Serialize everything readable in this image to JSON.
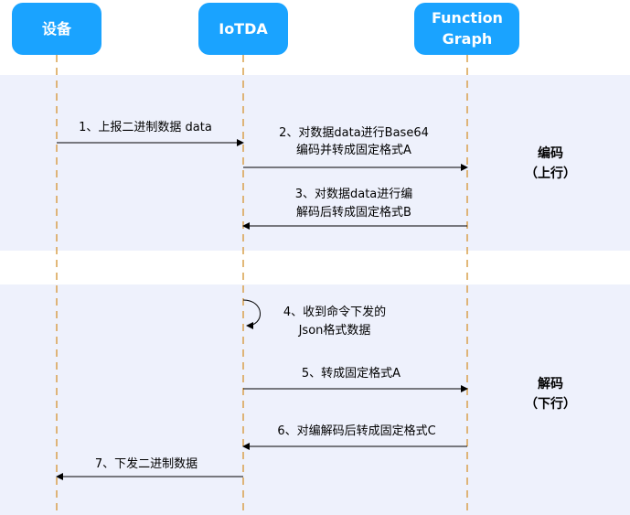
{
  "colors": {
    "actor_fill": "#1aa3ff",
    "band_fill": "#eef1fc",
    "lifeline": "#d9a04c",
    "arrow": "#000000"
  },
  "actors": {
    "device": {
      "label": "设备"
    },
    "iotda": {
      "label": "IoTDA"
    },
    "function_graph": {
      "lines": [
        "Function",
        "Graph"
      ]
    }
  },
  "phases": {
    "encode": {
      "title": "编码",
      "subtitle": "（上行）"
    },
    "decode": {
      "title": "解码",
      "subtitle": "（下行）"
    }
  },
  "messages": {
    "m1": {
      "lines": [
        "1、上报二进制数据 data"
      ],
      "from": "device",
      "to": "iotda"
    },
    "m2": {
      "lines": [
        "2、对数据data进行Base64",
        "编码并转成固定格式A"
      ],
      "from": "iotda",
      "to": "function_graph"
    },
    "m3": {
      "lines": [
        "3、对数据data进行编",
        "解码后转成固定格式B"
      ],
      "from": "function_graph",
      "to": "iotda"
    },
    "m4": {
      "lines": [
        "4、收到命令下发的",
        "Json格式数据"
      ],
      "from": "iotda",
      "to": "iotda"
    },
    "m5": {
      "lines": [
        "5、转成固定格式A"
      ],
      "from": "iotda",
      "to": "function_graph"
    },
    "m6": {
      "lines": [
        "6、对编解码后转成固定格式C"
      ],
      "from": "function_graph",
      "to": "iotda"
    },
    "m7": {
      "lines": [
        "7、下发二进制数据"
      ],
      "from": "iotda",
      "to": "device"
    }
  }
}
